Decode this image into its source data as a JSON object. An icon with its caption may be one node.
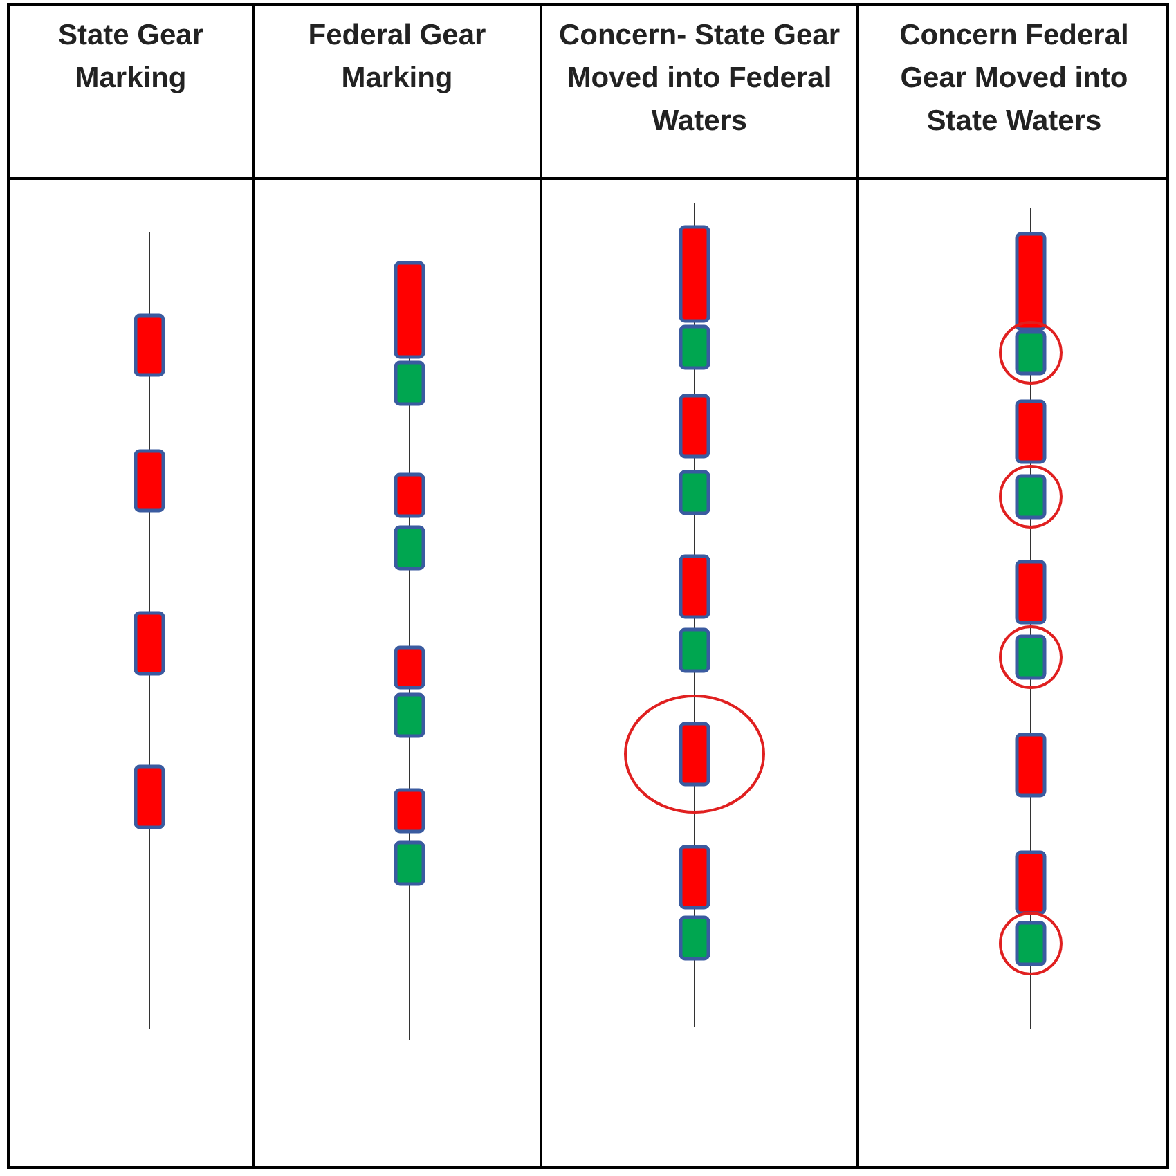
{
  "diagram": {
    "labels": [
      "State Gear Marking",
      "Federal Gear Marking",
      "Concern- State Gear Moved into Federal Waters",
      "Concern Federal Gear Moved into State Waters"
    ]
  }
}
